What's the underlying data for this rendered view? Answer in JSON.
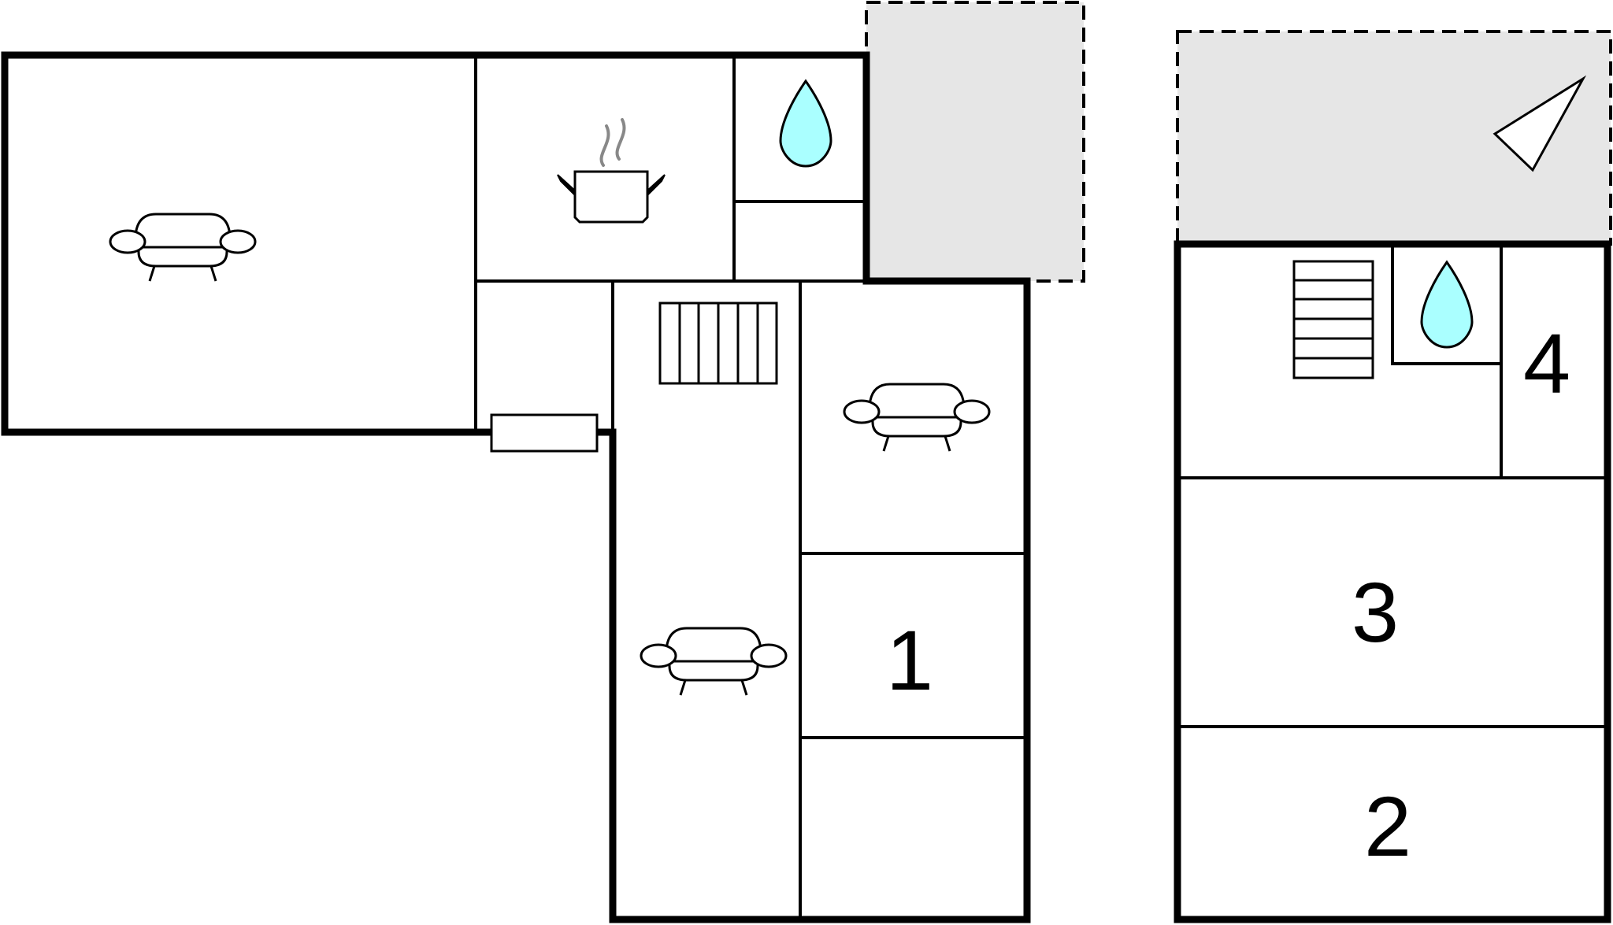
{
  "floorplan": {
    "room_labels": {
      "room_1": "1",
      "room_2": "2",
      "room_3": "3",
      "room_4": "4"
    },
    "icons": {
      "sofa": "sofa-icon",
      "pot": "cooking-pot-icon",
      "water": "water-drop-icon",
      "stairs": "stairs-icon",
      "radiator": "radiator-icon",
      "compass": "north-arrow-icon",
      "door": "door-icon"
    },
    "colors": {
      "wall": "#000000",
      "terrace_fill": "#e6e6e6",
      "water_fill": "#aaffff",
      "steam": "#888888",
      "background": "#ffffff"
    }
  }
}
